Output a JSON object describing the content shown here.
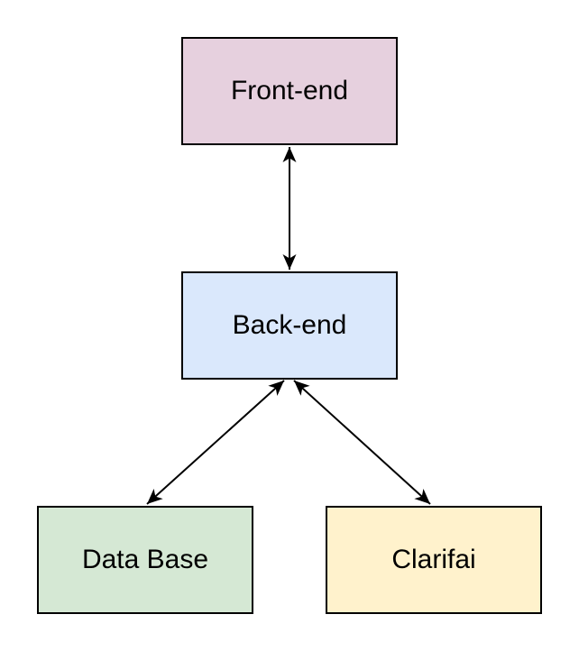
{
  "diagram": {
    "background_color": "#ffffff",
    "stroke_color": "#000000",
    "nodes": [
      {
        "id": "front-end",
        "label": "Front-end",
        "fill": "#e6d0de"
      },
      {
        "id": "back-end",
        "label": "Back-end",
        "fill": "#dae8fc"
      },
      {
        "id": "database",
        "label": "Data Base",
        "fill": "#d5e8d4"
      },
      {
        "id": "clarifai",
        "label": "Clarifai",
        "fill": "#fff2cc"
      }
    ],
    "edges": [
      {
        "from": "Front-end",
        "to": "Back-end",
        "style": "double-headed-arrow"
      },
      {
        "from": "Back-end",
        "to": "Data Base",
        "style": "double-headed-arrow"
      },
      {
        "from": "Back-end",
        "to": "Clarifai",
        "style": "double-headed-arrow"
      }
    ]
  }
}
